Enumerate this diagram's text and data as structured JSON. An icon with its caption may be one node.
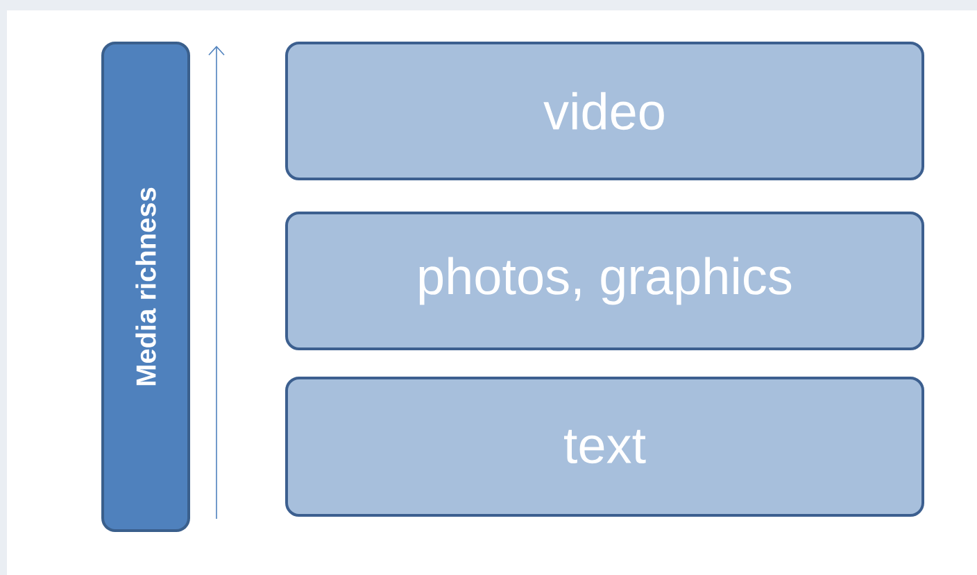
{
  "diagram": {
    "nodes": [
      {
        "text": [
          "Media richness"
        ]
      },
      {
        "text": [
          "video"
        ]
      },
      {
        "text": [
          "photos, graphics"
        ]
      },
      {
        "text": [
          "text"
        ]
      }
    ]
  }
}
